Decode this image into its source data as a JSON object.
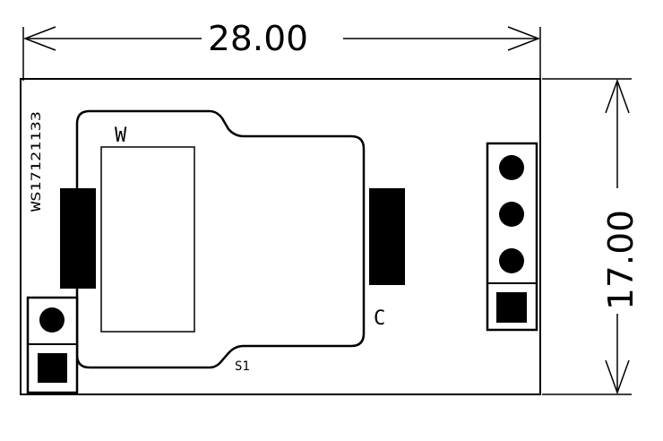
{
  "dimensions": {
    "width_label": "28.00",
    "height_label": "17.00"
  },
  "labels": {
    "serial": "WS17121133",
    "top_label": "W",
    "right_label": "C",
    "bottom_label": "S1"
  }
}
